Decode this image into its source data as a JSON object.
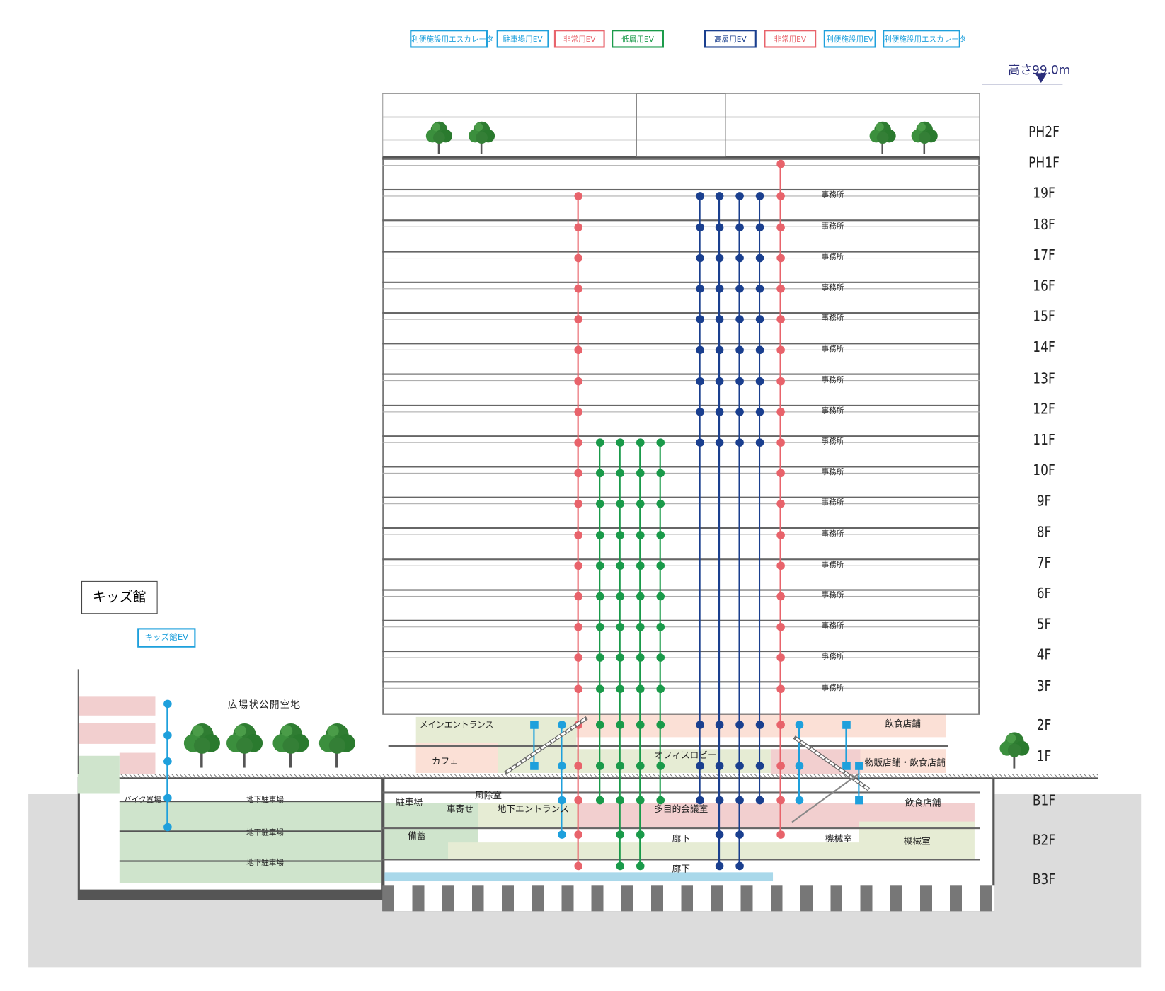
{
  "legend_left": [
    {
      "label": "利便施設用エスカレータ",
      "color": "#1ea0dc"
    },
    {
      "label": "駐車場用EV",
      "color": "#1ea0dc"
    },
    {
      "label": "非常用EV",
      "color": "#e8636b"
    },
    {
      "label": "低層用EV",
      "color": "#1a9a4a"
    }
  ],
  "legend_right": [
    {
      "label": "高層用EV",
      "color": "#1a3f8f"
    },
    {
      "label": "非常用EV",
      "color": "#e8636b"
    },
    {
      "label": "利便施設用EV",
      "color": "#1ea0dc"
    },
    {
      "label": "利便施設用エスカレータ",
      "color": "#1ea0dc"
    }
  ],
  "height_label": "高さ99.0m",
  "floors": [
    "PH2F",
    "PH1F",
    "19F",
    "18F",
    "17F",
    "16F",
    "15F",
    "14F",
    "13F",
    "12F",
    "11F",
    "10F",
    "9F",
    "8F",
    "7F",
    "6F",
    "5F",
    "4F",
    "3F",
    "2F",
    "1F",
    "B1F",
    "B2F",
    "B3F"
  ],
  "office_label": "事務所",
  "office_floors": [
    "19F",
    "18F",
    "17F",
    "16F",
    "15F",
    "14F",
    "13F",
    "12F",
    "11F",
    "10F",
    "9F",
    "8F",
    "7F",
    "6F",
    "5F",
    "4F",
    "3F"
  ],
  "rooms": {
    "main_entrance": "メインエントランス",
    "cafe": "カフェ",
    "office_lobby": "オフィスロビー",
    "restaurant_2f": "飲食店舗",
    "retail_restaurant_1f": "物販店舗・飲食店舗",
    "parking": "駐車場",
    "drop_off": "車寄せ",
    "windbreak_room": "風除室",
    "underground_entrance": "地下エントランス",
    "multipurpose_room": "多目的会議室",
    "restaurant_b1f": "飲食店舗",
    "storage": "備蓄",
    "corridor_b2f": "廊下",
    "corridor_b3f": "廊下",
    "machine_room_1": "機械室",
    "machine_room_2": "機械室",
    "bike_parking": "バイク置場",
    "underground_parking_1": "地下駐車場",
    "underground_parking_2": "地下駐車場",
    "underground_parking_3": "地下駐車場",
    "plaza": "広場状公開空地",
    "kids_building": "キッズ館",
    "kids_ev": "キッズ館EV"
  },
  "elevators": [
    {
      "type": "非常用EV",
      "color": "#e8636b",
      "shape": "dot",
      "floors": [
        "19F",
        "18F",
        "17F",
        "16F",
        "15F",
        "14F",
        "13F",
        "12F",
        "11F",
        "10F",
        "9F",
        "8F",
        "7F",
        "6F",
        "5F",
        "4F",
        "3F",
        "2F",
        "1F",
        "B1F",
        "B2F",
        "B3F"
      ]
    },
    {
      "type": "低層用EV",
      "color": "#1a9a4a",
      "shape": "dot",
      "floors": [
        "11F",
        "10F",
        "9F",
        "8F",
        "7F",
        "6F",
        "5F",
        "4F",
        "3F",
        "2F",
        "1F",
        "B1F"
      ]
    },
    {
      "type": "低層用EV",
      "color": "#1a9a4a",
      "shape": "dot",
      "floors": [
        "11F",
        "10F",
        "9F",
        "8F",
        "7F",
        "6F",
        "5F",
        "4F",
        "3F",
        "2F",
        "1F",
        "B1F",
        "B2F",
        "B3F"
      ]
    },
    {
      "type": "低層用EV",
      "color": "#1a9a4a",
      "shape": "dot",
      "floors": [
        "11F",
        "10F",
        "9F",
        "8F",
        "7F",
        "6F",
        "5F",
        "4F",
        "3F",
        "2F",
        "1F",
        "B1F",
        "B2F",
        "B3F"
      ]
    },
    {
      "type": "低層用EV",
      "color": "#1a9a4a",
      "shape": "dot",
      "floors": [
        "11F",
        "10F",
        "9F",
        "8F",
        "7F",
        "6F",
        "5F",
        "4F",
        "3F",
        "2F",
        "1F",
        "B1F"
      ]
    },
    {
      "type": "高層用EV",
      "color": "#1a3f8f",
      "shape": "dot",
      "floors": [
        "19F",
        "18F",
        "17F",
        "16F",
        "15F",
        "14F",
        "13F",
        "12F",
        "11F",
        "2F",
        "1F",
        "B1F"
      ]
    },
    {
      "type": "高層用EV",
      "color": "#1a3f8f",
      "shape": "dot",
      "floors": [
        "19F",
        "18F",
        "17F",
        "16F",
        "15F",
        "14F",
        "13F",
        "12F",
        "11F",
        "2F",
        "1F",
        "B1F",
        "B2F",
        "B3F"
      ]
    },
    {
      "type": "高層用EV",
      "color": "#1a3f8f",
      "shape": "dot",
      "floors": [
        "19F",
        "18F",
        "17F",
        "16F",
        "15F",
        "14F",
        "13F",
        "12F",
        "11F",
        "2F",
        "1F",
        "B1F",
        "B2F",
        "B3F"
      ]
    },
    {
      "type": "高層用EV",
      "color": "#1a3f8f",
      "shape": "dot",
      "floors": [
        "19F",
        "18F",
        "17F",
        "16F",
        "15F",
        "14F",
        "13F",
        "12F",
        "11F",
        "2F",
        "1F",
        "B1F"
      ]
    },
    {
      "type": "非常用EV",
      "color": "#e8636b",
      "shape": "dot",
      "floors": [
        "PH1F",
        "19F",
        "18F",
        "17F",
        "16F",
        "15F",
        "14F",
        "13F",
        "12F",
        "11F",
        "10F",
        "9F",
        "8F",
        "7F",
        "6F",
        "5F",
        "4F",
        "3F",
        "2F",
        "1F",
        "B1F",
        "B2F"
      ]
    },
    {
      "type": "駐車場用EV",
      "color": "#1ea0dc",
      "shape": "square",
      "floors": [
        "2F",
        "1F"
      ]
    },
    {
      "type": "利便施設用EV",
      "color": "#1ea0dc",
      "shape": "dot",
      "floors": [
        "2F",
        "1F",
        "B1F",
        "B2F"
      ]
    },
    {
      "type": "利便施設用EV",
      "color": "#1ea0dc",
      "shape": "dot",
      "floors": [
        "2F",
        "1F",
        "B1F"
      ]
    },
    {
      "type": "利便施設用エスカレータ",
      "color": "#1ea0dc",
      "shape": "square",
      "floors": [
        "2F",
        "1F"
      ]
    },
    {
      "type": "利便施設用エスカレータ",
      "color": "#1ea0dc",
      "shape": "square",
      "floors": [
        "1F",
        "B1F"
      ]
    }
  ],
  "kids_ev_color": "#1ea0dc"
}
